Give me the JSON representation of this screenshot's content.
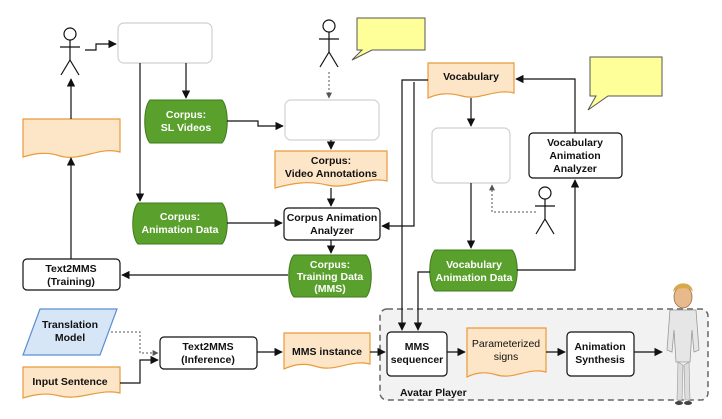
{
  "nodes": {
    "corpus_sl_videos": [
      "Corpus:",
      "SL Videos"
    ],
    "corpus_video_annotations": [
      "Corpus:",
      "Video Annotations"
    ],
    "corpus_animation_data": [
      "Corpus:",
      "Animation Data"
    ],
    "corpus_animation_analyzer": [
      "Corpus Animation",
      "Analyzer"
    ],
    "corpus_training_data": [
      "Corpus:",
      "Training Data",
      "(MMS)"
    ],
    "text2mms_training": [
      "Text2MMS",
      "(Training)"
    ],
    "translation_model": [
      "Translation",
      "Model"
    ],
    "text2mms_inference": [
      "Text2MMS",
      "(Inference)"
    ],
    "input_sentence": [
      "Input Sentence"
    ],
    "mms_instance": [
      "MMS instance"
    ],
    "vocabulary": [
      "Vocabulary"
    ],
    "vocabulary_animation_analyzer": [
      "Vocabulary",
      "Animation",
      "Analyzer"
    ],
    "vocabulary_animation_data": [
      "Vocabulary",
      "Animation Data"
    ],
    "mms_sequencer": [
      "MMS",
      "sequencer"
    ],
    "parameterized_signs": [
      "Parameterized",
      "signs"
    ],
    "animation_synthesis": [
      "Animation",
      "Synthesis"
    ],
    "avatar_player": [
      "Avatar Player"
    ]
  },
  "colors": {
    "corpus_green": "#5aa02c",
    "orange_fill": "#fde6c8",
    "orange_stroke": "#e89a3c",
    "blue_fill": "#d6e6f7",
    "blue_stroke": "#5b8fcf",
    "callout_yellow": "#ffff99",
    "group_fill": "#f2f2f2"
  },
  "icons": [
    "stick-figure-icon",
    "speech-callout-icon",
    "avatar-figure-icon"
  ]
}
